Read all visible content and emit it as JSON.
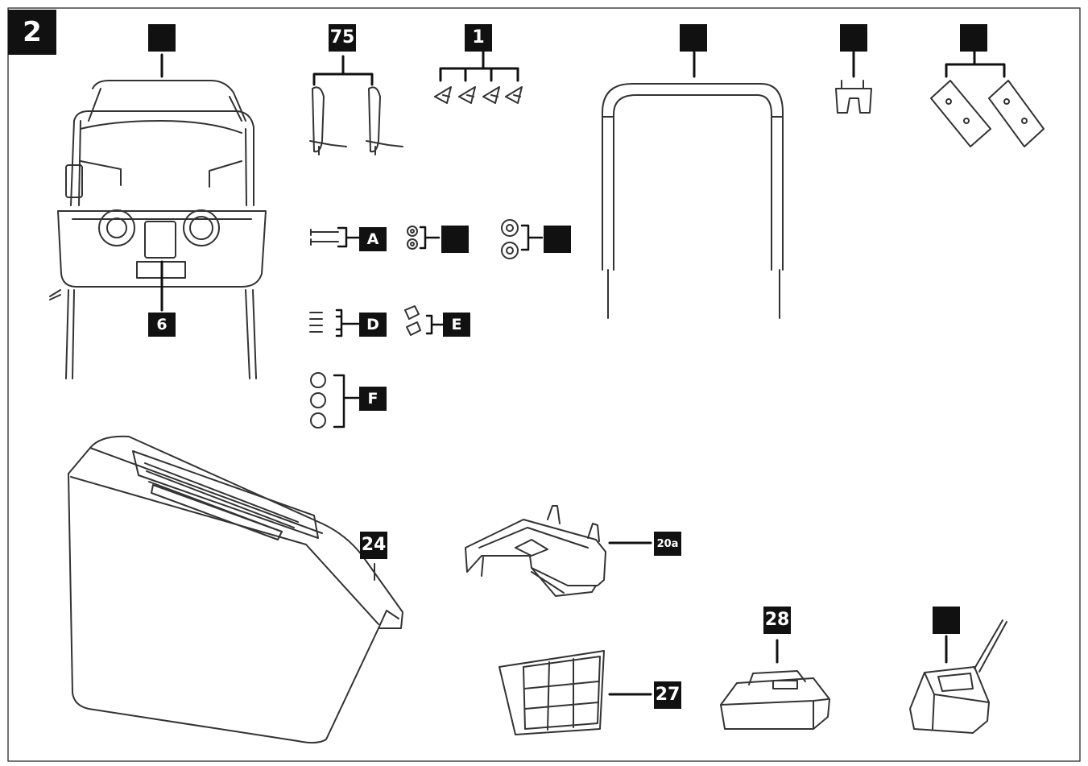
{
  "figure": {
    "number": "2"
  },
  "labels": {
    "handle_lower": "",
    "lever": "75",
    "knobs": "1",
    "upper_bar": "",
    "clip": "",
    "brackets": "",
    "part_A": "A",
    "part_B": "",
    "part_C": "",
    "part_D": "D",
    "part_E": "E",
    "part_F": "F",
    "item_6": "6",
    "item_24": "24",
    "item_20a": "20a",
    "item_27": "27",
    "item_28": "28",
    "charger": ""
  },
  "colors": {
    "ink": "#111111",
    "line": "#333333",
    "paper": "#ffffff"
  }
}
